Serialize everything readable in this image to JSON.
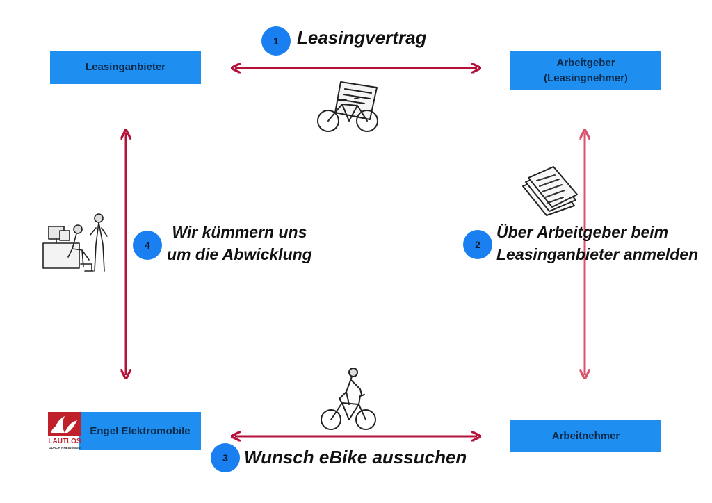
{
  "parties": {
    "provider": "Leasinganbieter",
    "employer_line1": "Arbeitgeber",
    "employer_line2": "(Leasingnehmer)",
    "dealer": "Engel Elektromobile",
    "employee": "Arbeitnehmer"
  },
  "steps": [
    {
      "number": "1",
      "text": "Leasingvertrag"
    },
    {
      "number": "2",
      "line1": "Über Arbeitgeber beim",
      "line2": "Leasinganbieter anmelden"
    },
    {
      "number": "3",
      "text": "Wunsch eBike aussuchen"
    },
    {
      "number": "4",
      "line1": "Wir kümmern uns",
      "line2": "um die Abwicklung"
    }
  ],
  "logo": {
    "name": "LAUTLOS",
    "tagline": "DURCH RHEIN-MAIN"
  },
  "colors": {
    "box": "#1e8ef0",
    "circle": "#1a7ff0",
    "arrow": "#b5123a",
    "arrow_light": "#d9546e",
    "logo": "#c0202a"
  },
  "icons": [
    "bicycle-contract-icon",
    "documents-icon",
    "office-workers-icon",
    "cyclist-icon",
    "lautlos-logo-icon"
  ]
}
